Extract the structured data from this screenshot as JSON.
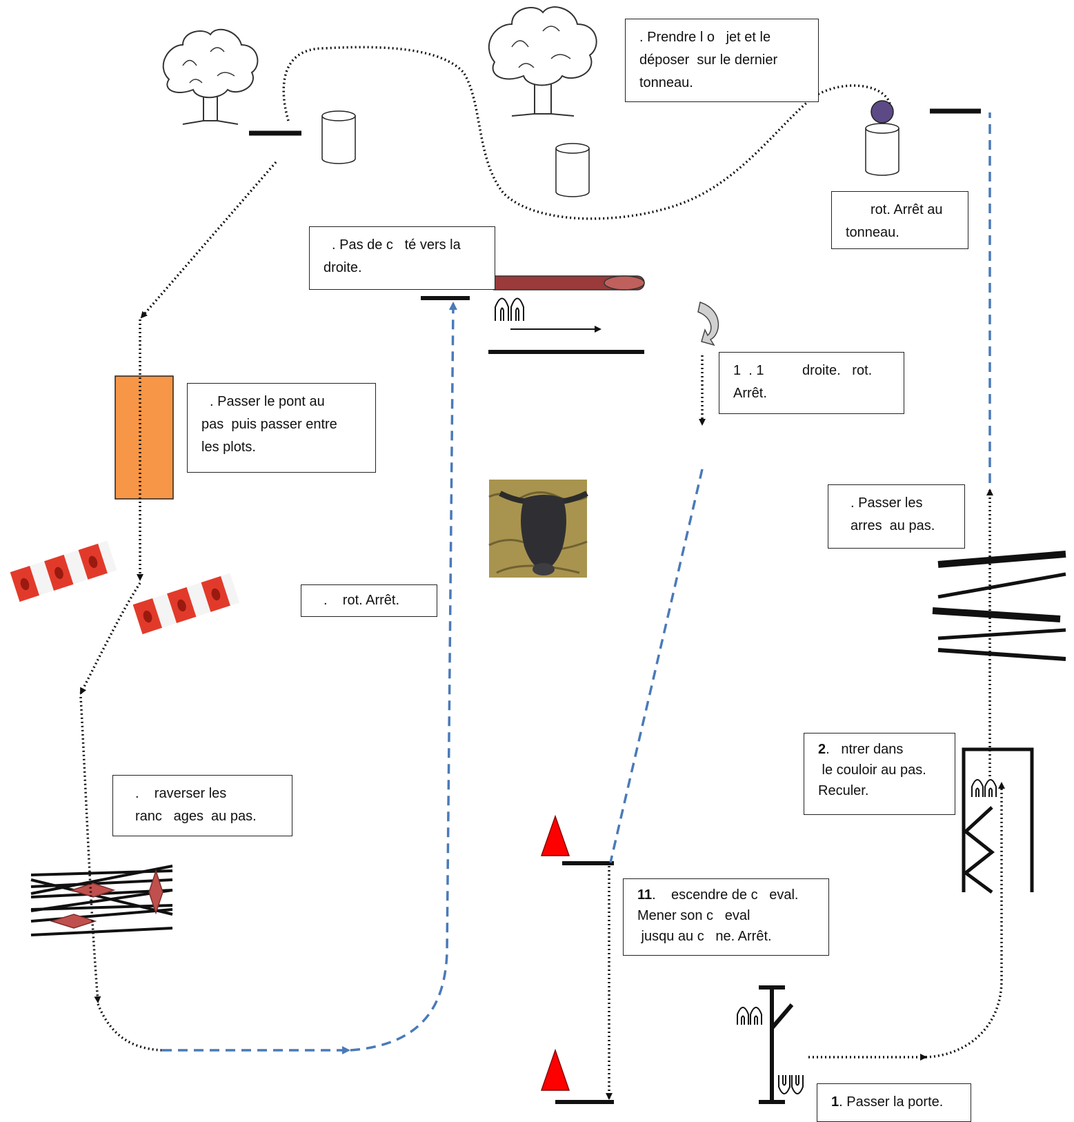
{
  "instructions": {
    "step1": {
      "num": "1",
      "text": ". Passer la porte."
    },
    "step2": {
      "num": "2",
      "line1": ".   ntrer dans",
      "line2": " le couloir au pas.",
      "line3": "Reculer."
    },
    "passer_barres": {
      "line1": ". Passer les",
      "line2": "arres  au pas."
    },
    "trot_arret_tonneau": {
      "line1": "rot. Arrêt au",
      "line2": "tonneau."
    },
    "prendre_objet": {
      "line1": ". Prendre l o   jet et le",
      "line2": "déposer  sur le dernier",
      "line3": "tonneau."
    },
    "pas_de_cote": {
      "line1": ". Pas de c   té vers la",
      "line2": "droite."
    },
    "volte": {
      "line1": "1  . 1          droite.   rot.",
      "line2": "Arrêt."
    },
    "pont_plots": {
      "line1": ". Passer le pont au",
      "line2": "pas  puis passer entre",
      "line3": "les plots."
    },
    "trot_arret": {
      "line1": ".    rot. Arrêt."
    },
    "branchages": {
      "line1": ".    raverser les",
      "line2": "ranc   ages  au pas."
    },
    "step11": {
      "num": "11",
      "line1": ".    escendre de c   eval.",
      "line2": "Mener son c   eval",
      "line3": " jusqu au c   ne. Arrêt."
    }
  },
  "colors": {
    "path_walk": "#111111",
    "path_trot": "#4a7ab8",
    "bridge": "#f79646",
    "cone": "#ff0000",
    "log": "#9a3a3a",
    "ball": "#5c4a86"
  }
}
